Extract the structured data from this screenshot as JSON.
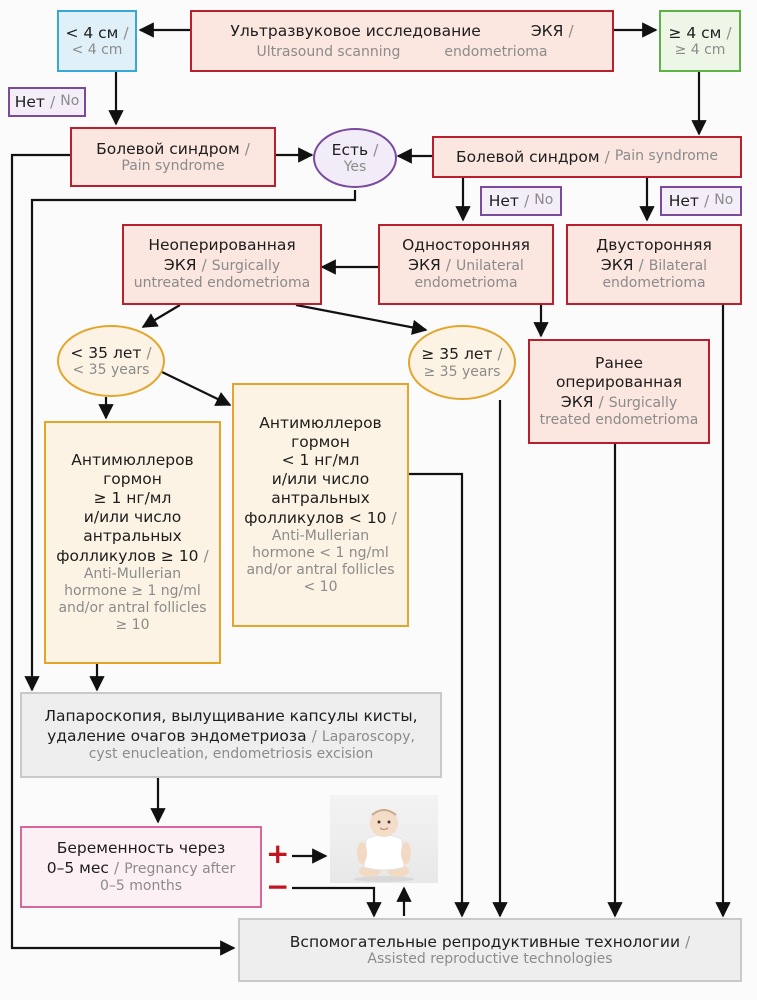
{
  "nodes": {
    "ultrasound": {
      "ru": "Ультразвуковое исследование",
      "ru2": "ЭКЯ",
      "sep": "/",
      "en": "Ultrasound scanning",
      "en2": "endometrioma"
    },
    "lt4": {
      "ru": "< 4 см",
      "sep": "/",
      "en": "< 4 cm"
    },
    "ge4": {
      "ru": "≥ 4 см",
      "sep": "/",
      "en": "≥ 4 cm"
    },
    "no1": {
      "ru": "Нет",
      "sep": "/",
      "en": "No"
    },
    "pain_left": {
      "ru": "Болевой синдром",
      "sep": "/",
      "en": "Pain syndrome"
    },
    "yes": {
      "ru": "Есть",
      "sep": "/",
      "en": "Yes"
    },
    "pain_right": {
      "ru": "Болевой синдром",
      "sep": "/",
      "en": "Pain syndrome"
    },
    "no2": {
      "ru": "Нет",
      "sep": "/",
      "en": "No"
    },
    "no3": {
      "ru": "Нет",
      "sep": "/",
      "en": "No"
    },
    "untreated": {
      "ru1": "Неоперированная",
      "ru2": "ЭКЯ",
      "sep": "/",
      "en1": "Surgically",
      "en2": "untreated endometrioma"
    },
    "unilateral": {
      "ru1": "Односторонняя",
      "ru2": "ЭКЯ",
      "sep": "/",
      "en1": "Unilateral",
      "en2": "endometrioma"
    },
    "bilateral": {
      "ru1": "Двусторонняя",
      "ru2": "ЭКЯ",
      "sep": "/",
      "en1": "Bilateral",
      "en2": "endometrioma"
    },
    "lt35": {
      "ru": "< 35 лет",
      "sep": "/",
      "en": "< 35 years"
    },
    "ge35": {
      "ru": "≥ 35 лет",
      "sep": "/",
      "en": "≥ 35 years"
    },
    "treated": {
      "ru1": "Ранее",
      "ru2": "оперированная",
      "ru3": "ЭКЯ",
      "sep": "/",
      "en1": "Surgically",
      "en2": "treated endometrioma"
    },
    "amh_high": {
      "ru1": "Антимюллеров",
      "ru2": "гормон",
      "ru3": "≥ 1 нг/мл",
      "ru4": "и/или число",
      "ru5": "антральных",
      "ru6": "фолликулов ≥ 10",
      "sep": "/",
      "en1": "Anti-Mullerian",
      "en2": "hormone ≥ 1 ng/ml",
      "en3": "and/or antral follicles",
      "en4": "≥ 10"
    },
    "amh_low": {
      "ru1": "Антимюллеров",
      "ru2": "гормон",
      "ru3": "< 1 нг/мл",
      "ru4": "и/или число",
      "ru5": "антральных",
      "ru6": "фолликулов < 10",
      "sep": "/",
      "en1": "Anti-Mullerian",
      "en2": "hormone < 1 ng/ml",
      "en3": "and/or antral follicles",
      "en4": "< 10"
    },
    "laparoscopy": {
      "ru1": "Лапароскопия, вылущивание капсулы кисты,",
      "ru2": "удаление очагов эндометриоза",
      "sep": "/",
      "en1": "Laparoscopy,",
      "en2": "cyst enucleation, endometriosis excision"
    },
    "pregnancy": {
      "ru1": "Беременность через",
      "ru2": "0–5 мес",
      "sep": "/",
      "en1": "Pregnancy after",
      "en2": "0–5 months"
    },
    "art": {
      "ru": "Вспомогательные репродуктивные технологии",
      "sep": "/",
      "en": "Assisted reproductive technologies"
    }
  },
  "signs": {
    "plus": "+",
    "minus": "−"
  },
  "colors": {
    "red": "#b8202e",
    "orange": "#e3a52c",
    "blue": "#3aa8d6",
    "green": "#5db344",
    "purple": "#7a4a9e",
    "pink": "#d6689b",
    "gray": "#c9c9c9"
  }
}
